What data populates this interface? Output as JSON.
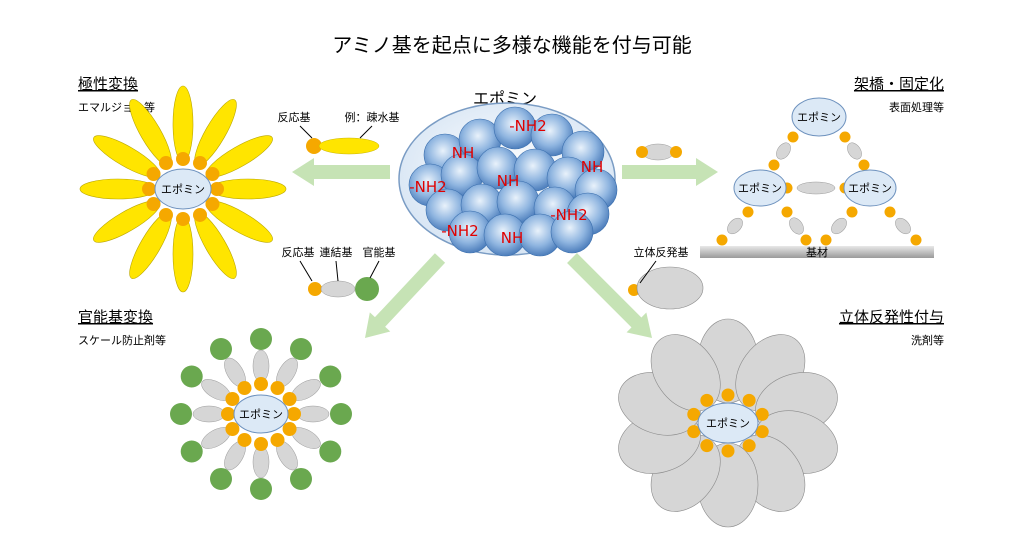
{
  "title": "アミノ基を起点に多様な機能を付与可能",
  "center": {
    "label": "エポミン",
    "groups": [
      "-NH2",
      "NH",
      "-NH2",
      "NH",
      "NH",
      "-NH2",
      "-NH2",
      "NH"
    ]
  },
  "legend": {
    "reactive_group": "反応基",
    "hydrophobic_example": "例：疎水基",
    "reactive_group_2": "反応基",
    "linker_group": "連結基",
    "functional_group": "官能基",
    "steric_repulsion_group": "立体反発基"
  },
  "panels": {
    "polarity": {
      "title": "極性変換",
      "example": "エマルジョン等"
    },
    "crosslink": {
      "title": "架橋・固定化",
      "example": "表面処理等",
      "substrate": "基材"
    },
    "functional": {
      "title": "官能基変換",
      "example": "スケール防止剤等"
    },
    "steric": {
      "title": "立体反発性付与",
      "example": "洗剤等"
    }
  },
  "node_label": "エポミン",
  "colors": {
    "orange": "#F5A800",
    "yellow": "#FFE500",
    "green": "#6AA84F",
    "gray": "#D6D6D6",
    "arrow": "#C6E3B5",
    "sphere": "#5B8DC9",
    "node_fill": "#DCE9F6",
    "text_red": "#E00000"
  }
}
